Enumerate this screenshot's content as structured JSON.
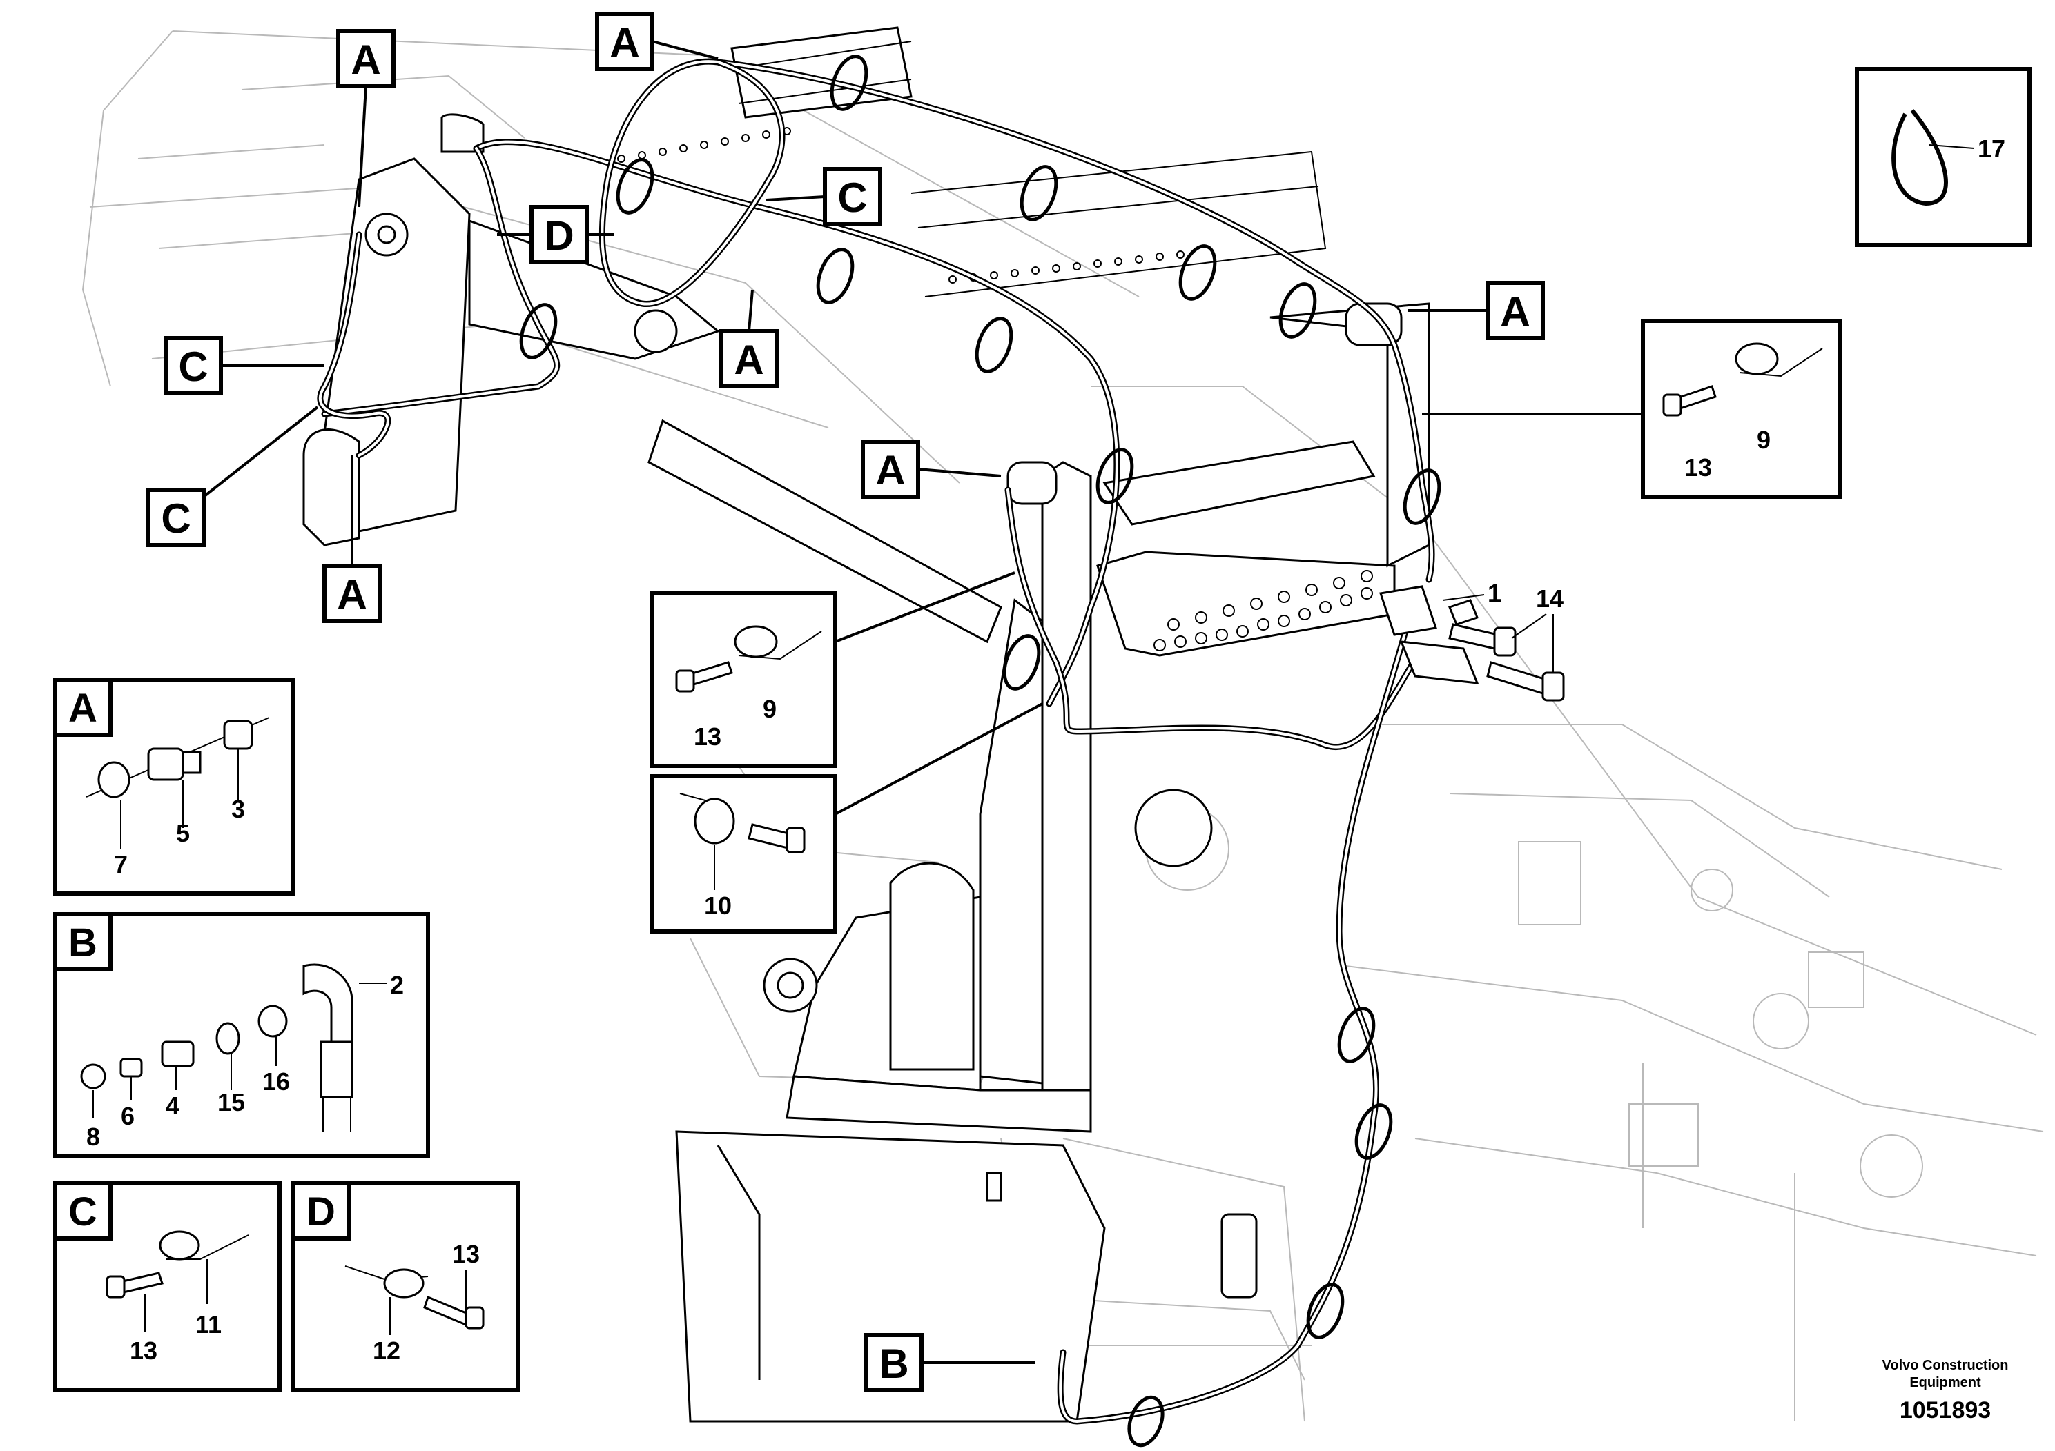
{
  "callouts": {
    "a1": "A",
    "a2": "A",
    "a3": "A",
    "a4": "A",
    "a5": "A",
    "a6": "A",
    "b1": "B",
    "c1": "C",
    "c2": "C",
    "c3": "C",
    "d1": "D"
  },
  "main_labels": {
    "n1": "1",
    "n14": "14",
    "n13_right": "13",
    "n9_right": "9",
    "n13_mid": "13",
    "n9_mid": "9",
    "n10": "10"
  },
  "detail_panels": {
    "a": {
      "letter": "A",
      "labels": [
        "7",
        "5",
        "3"
      ]
    },
    "b": {
      "letter": "B",
      "labels": [
        "8",
        "6",
        "4",
        "15",
        "16",
        "2"
      ]
    },
    "c": {
      "letter": "C",
      "labels": [
        "13",
        "11"
      ]
    },
    "d": {
      "letter": "D",
      "labels": [
        "12",
        "13"
      ]
    },
    "tie": {
      "label": "17"
    }
  },
  "credit": {
    "line1": "Volvo Construction",
    "line2": "Equipment",
    "ref": "1051893"
  },
  "colors": {
    "ink": "#000000",
    "frame_light": "#b9b9b9",
    "paper": "#ffffff"
  }
}
